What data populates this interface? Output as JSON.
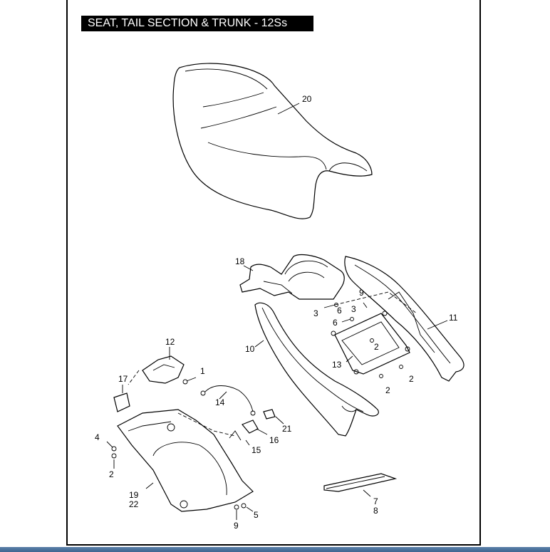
{
  "title": "SEAT, TAIL SECTION & TRUNK - 12Ss",
  "callouts": {
    "c20": "20",
    "c18": "18",
    "c11": "11",
    "c10": "10",
    "c13": "13",
    "c9a": "9",
    "c3a": "3",
    "c6a": "6",
    "c3b": "3",
    "c6b": "6",
    "c2a": "2",
    "c2b": "2",
    "c2c": "2",
    "c12": "12",
    "c1": "1",
    "c17": "17",
    "c14": "14",
    "c21": "21",
    "c16": "16",
    "c15": "15",
    "c4": "4",
    "c2d": "2",
    "c19": "19",
    "c22": "22",
    "c5": "5",
    "c9b": "9",
    "c7": "7",
    "c8": "8"
  }
}
